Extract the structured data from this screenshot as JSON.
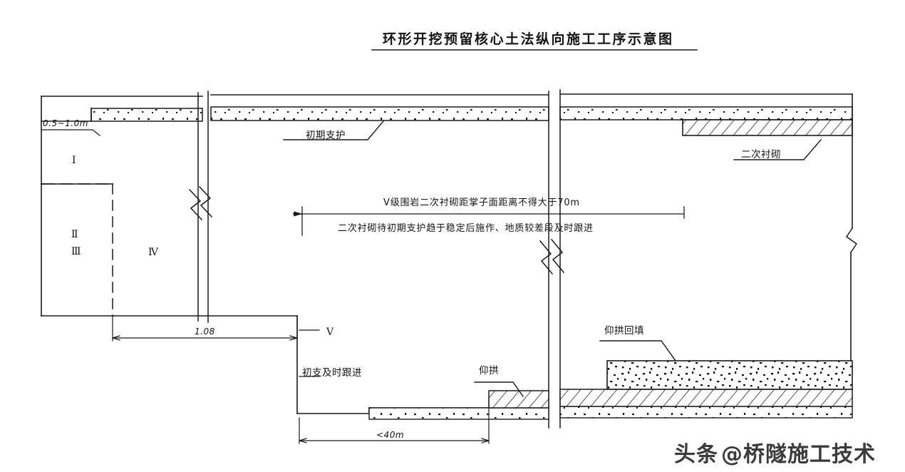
{
  "document": {
    "title": "环形开挖预留核心土法纵向施工工序示意图",
    "type": "tunnel-construction-sequence-diagram"
  },
  "annotations": {
    "initial_support": "初期支护",
    "secondary_lining": "二次衬砌",
    "note_line1": "Ⅴ级围岩二次衬砌距掌子面距离不得大于70m",
    "note_line2": "二次衬砌待初期支护趋于稳定后施作、地质较差段及时跟进",
    "initial_support_followup": "初支及时跟进",
    "invert": "仰拱",
    "invert_backfill": "仰拱回填"
  },
  "dimensions": {
    "crown_thickness": "0.5~1.0m",
    "core_length": "1.08",
    "invert_distance": "<40m"
  },
  "stage_labels": {
    "stage_1": "Ⅰ",
    "stage_2": "Ⅱ",
    "stage_3": "Ⅲ",
    "stage_4": "Ⅳ",
    "stage_5": "Ⅴ"
  },
  "watermark": {
    "platform": "头条",
    "handle": "@桥隧施工技术"
  },
  "colors": {
    "line": "#1a1a1a",
    "background": "#ffffff",
    "text": "#141414"
  }
}
